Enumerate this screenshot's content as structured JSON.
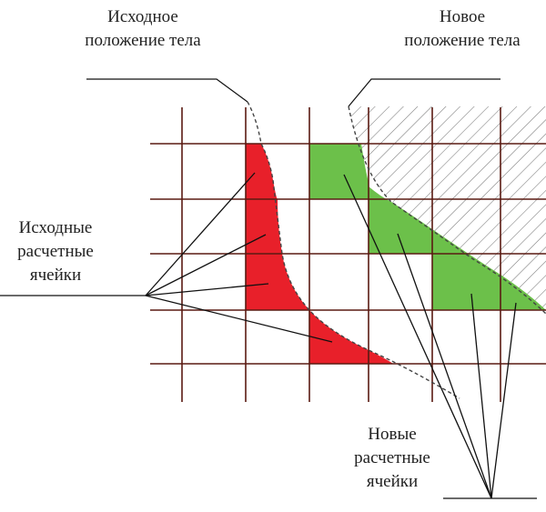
{
  "labels": {
    "initial_position_line1": "Исходное",
    "initial_position_line2": "положение тела",
    "new_position_line1": "Новое",
    "new_position_line2": "положение тела",
    "initial_cells_line1": "Исходные",
    "initial_cells_line2": "расчетные",
    "initial_cells_line3": "ячейки",
    "new_cells_line1": "Новые",
    "new_cells_line2": "расчетные",
    "new_cells_line3": "ячейки"
  },
  "colors": {
    "grid": "#5a1a12",
    "initial_fill": "#e8202a",
    "new_fill": "#6cc04a",
    "hatch": "#7a7a7a",
    "leader": "#111111"
  }
}
